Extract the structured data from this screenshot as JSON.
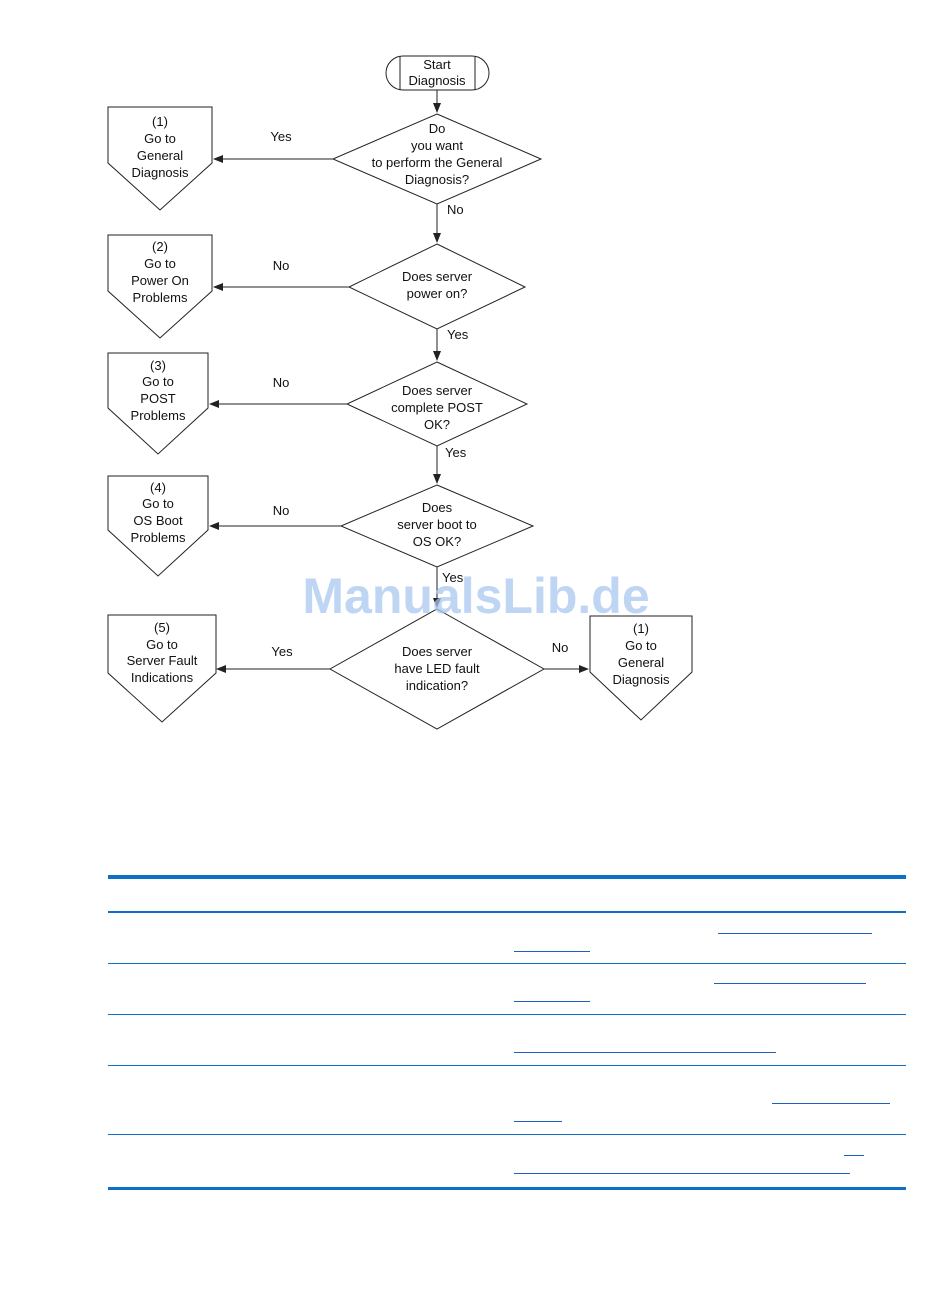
{
  "flowchart": {
    "start": {
      "lines": [
        "Start",
        "Diagnosis"
      ]
    },
    "decisions": [
      {
        "id": "general",
        "lines": [
          "Do",
          "you want",
          "to perform the General",
          "Diagnosis?"
        ],
        "left_label": "Yes",
        "down_label": "No"
      },
      {
        "id": "power",
        "lines": [
          "Does server",
          "power on?"
        ],
        "left_label": "No",
        "down_label": "Yes"
      },
      {
        "id": "post",
        "lines": [
          "Does server",
          "complete POST",
          "OK?"
        ],
        "left_label": "No",
        "down_label": "Yes"
      },
      {
        "id": "boot",
        "lines": [
          "Does",
          "server boot to",
          "OS OK?"
        ],
        "left_label": "No",
        "down_label": "Yes"
      },
      {
        "id": "led",
        "lines": [
          "Does server",
          "have LED fault",
          "indication?"
        ],
        "left_label": "Yes",
        "right_label": "No"
      }
    ],
    "offpage": [
      {
        "id": "op1",
        "lines": [
          "(1)",
          "Go to",
          "General",
          "Diagnosis"
        ]
      },
      {
        "id": "op2",
        "lines": [
          "(2)",
          "Go to",
          "Power On",
          "Problems"
        ]
      },
      {
        "id": "op3",
        "lines": [
          "(3)",
          "Go to",
          "POST",
          "Problems"
        ]
      },
      {
        "id": "op4",
        "lines": [
          "(4)",
          "Go to",
          "OS Boot",
          "Problems"
        ]
      },
      {
        "id": "op5",
        "lines": [
          "(5)",
          "Go to",
          "Server Fault",
          "Indications"
        ]
      },
      {
        "id": "op1b",
        "lines": [
          "(1)",
          "Go to",
          "General",
          "Diagnosis"
        ]
      }
    ]
  },
  "watermark": "ManualsLib.de",
  "colors": {
    "table_rule": "#0d6fc6",
    "link_underline": "#1f5fbf",
    "watermark": "#a9c8ef"
  }
}
